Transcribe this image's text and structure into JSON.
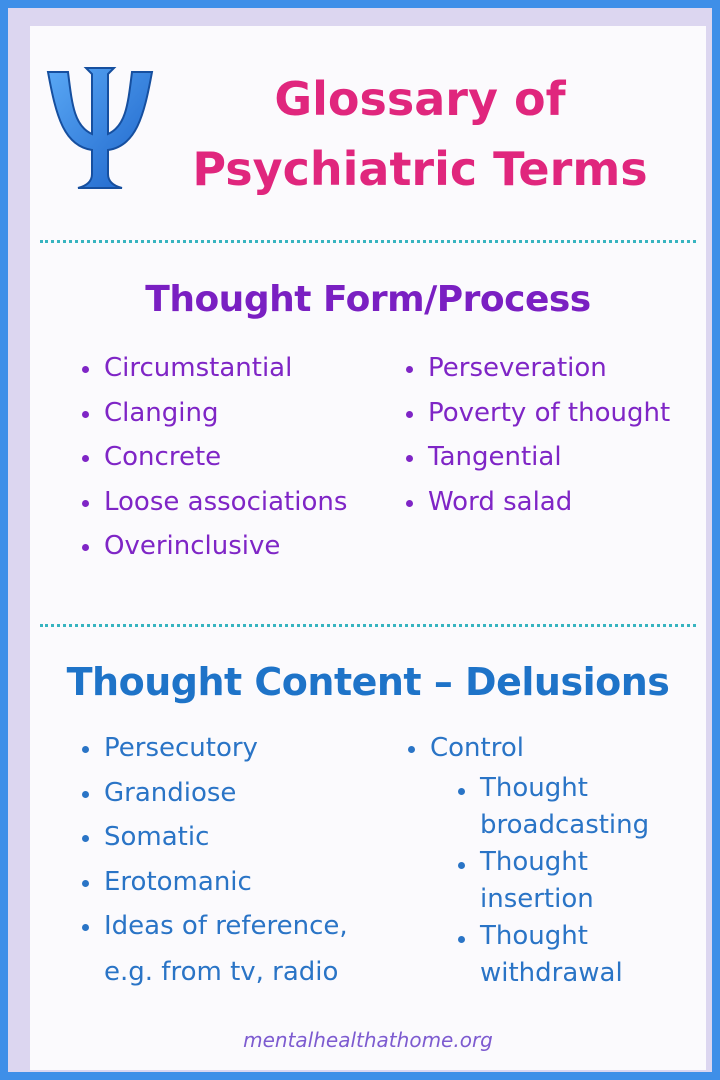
{
  "title": {
    "line1": "Glossary of",
    "line2": "Psychiatric Terms"
  },
  "logo": {
    "icon": "psi-icon",
    "color": "#2c7fe0"
  },
  "colors": {
    "title": "#e0267d",
    "thought_form": "#7f25c6",
    "thought_content": "#2a74c6",
    "divider": "#37b4c0",
    "border": "#3f8fe8"
  },
  "thought_form": {
    "heading": "Thought Form/Process",
    "left": [
      "Circumstantial",
      "Clanging",
      "Concrete",
      "Loose associations",
      "Overinclusive"
    ],
    "right": [
      "Perseveration",
      "Poverty of thought",
      "Tangential",
      "Word salad"
    ]
  },
  "thought_content": {
    "heading": "Thought Content – Delusions",
    "left": [
      "Persecutory",
      "Grandiose",
      "Somatic",
      "Erotomanic",
      "Ideas of reference,"
    ],
    "left_continuation": "e.g. from tv, radio",
    "right_parent": "Control",
    "right_sub": [
      "Thought broadcasting",
      "Thought insertion",
      "Thought withdrawal"
    ]
  },
  "footer": "mentalhealthathome.org"
}
